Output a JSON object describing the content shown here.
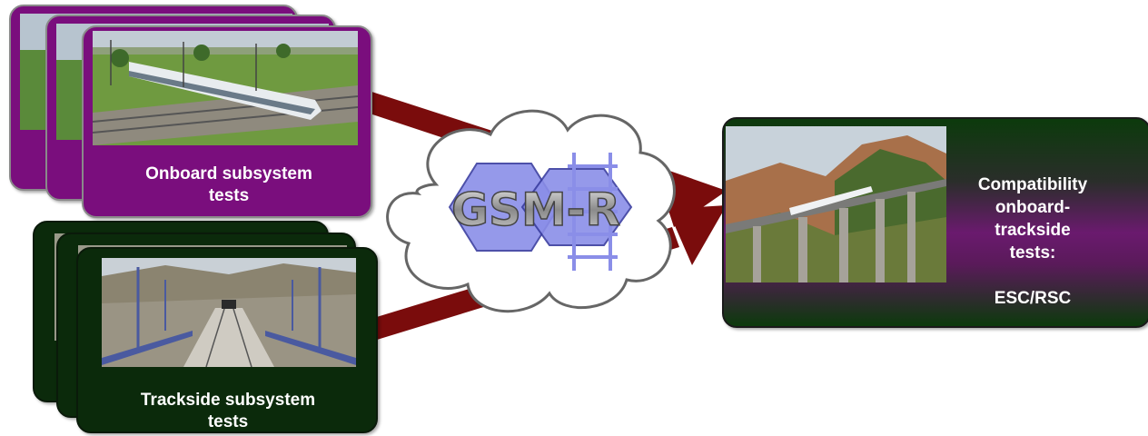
{
  "onboard": {
    "label_line1": "Onboard subsystem",
    "label_line2": "tests"
  },
  "trackside": {
    "label_line1": "Trackside subsystem",
    "label_line2": "tests"
  },
  "result": {
    "lines": [
      "Compatibility",
      "onboard-",
      "trackside",
      "tests:",
      "",
      "ESC/RSC"
    ]
  },
  "logo": {
    "text": "GSM-R"
  },
  "colors": {
    "purple": "#7a0e7d",
    "dark_green": "#0b2a0b",
    "arrow": "#7a0c0c"
  }
}
